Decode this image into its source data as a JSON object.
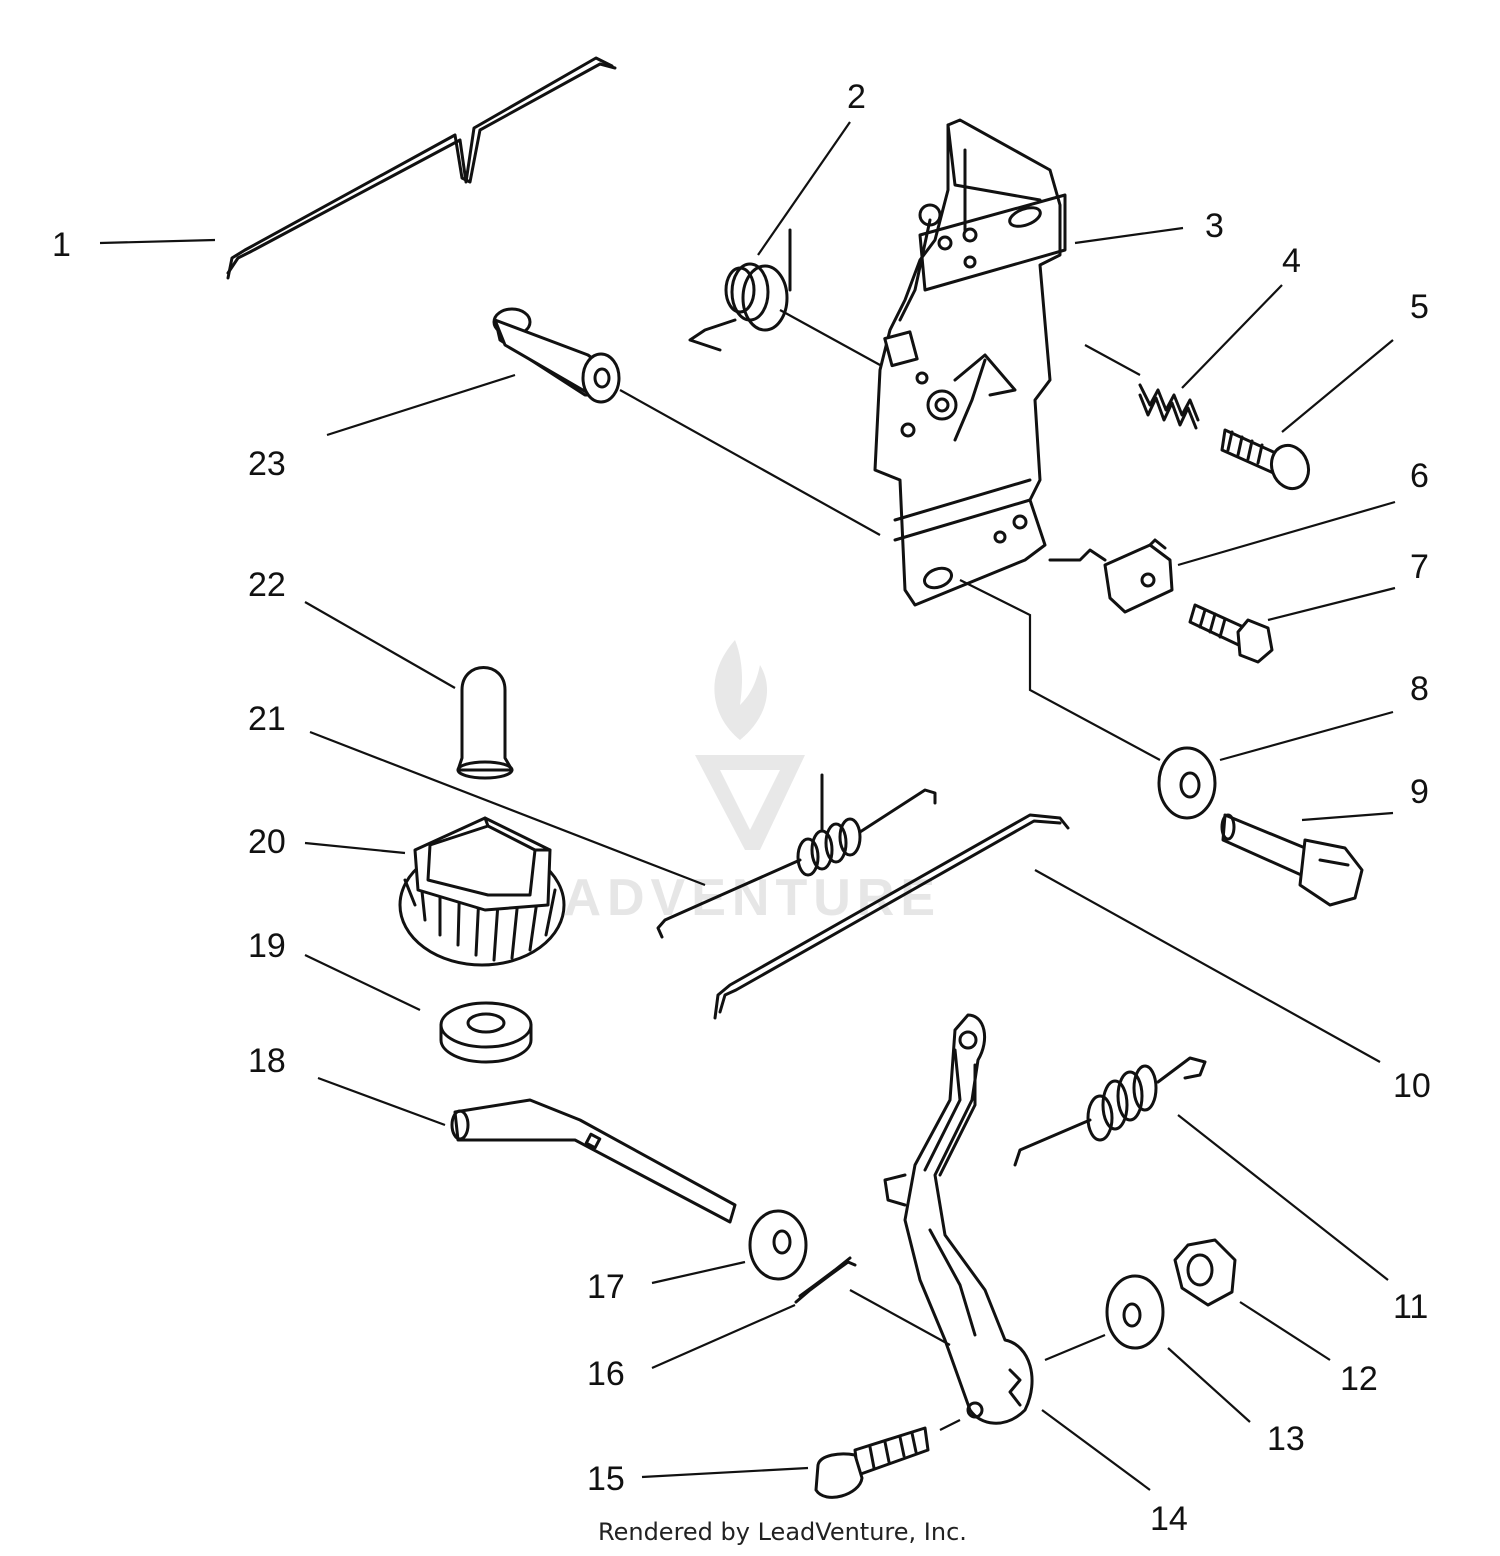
{
  "diagram": {
    "callouts": [
      {
        "id": "c1",
        "label": "1"
      },
      {
        "id": "c2",
        "label": "2"
      },
      {
        "id": "c3",
        "label": "3"
      },
      {
        "id": "c4",
        "label": "4"
      },
      {
        "id": "c5",
        "label": "5"
      },
      {
        "id": "c6",
        "label": "6"
      },
      {
        "id": "c7",
        "label": "7"
      },
      {
        "id": "c8",
        "label": "8"
      },
      {
        "id": "c9",
        "label": "9"
      },
      {
        "id": "c10",
        "label": "10"
      },
      {
        "id": "c11",
        "label": "11"
      },
      {
        "id": "c12",
        "label": "12"
      },
      {
        "id": "c13",
        "label": "13"
      },
      {
        "id": "c14",
        "label": "14"
      },
      {
        "id": "c15",
        "label": "15"
      },
      {
        "id": "c16",
        "label": "16"
      },
      {
        "id": "c17",
        "label": "17"
      },
      {
        "id": "c18",
        "label": "18"
      },
      {
        "id": "c19",
        "label": "19"
      },
      {
        "id": "c20",
        "label": "20"
      },
      {
        "id": "c21",
        "label": "21"
      },
      {
        "id": "c22",
        "label": "22"
      },
      {
        "id": "c23",
        "label": "23"
      }
    ],
    "watermark": "LEADVENTURE",
    "credit": "Rendered by LeadVenture, Inc."
  }
}
